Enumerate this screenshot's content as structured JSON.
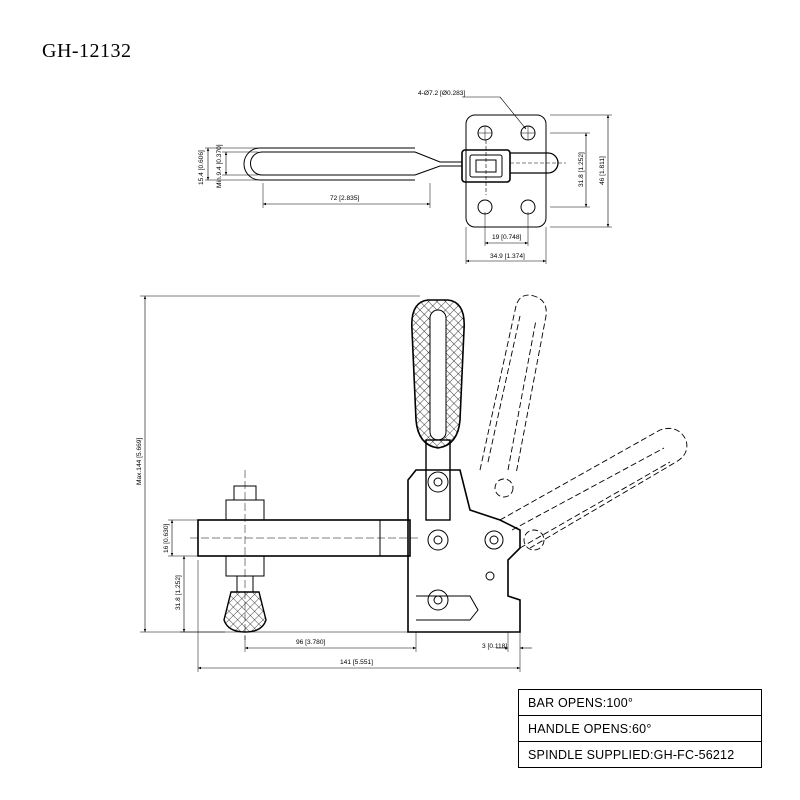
{
  "title": "GH-12132",
  "top_view": {
    "hole_spec": "4-Ø7.2 [Ø0.283]",
    "dim_handle_width": "15.4 [0.606]",
    "dim_min_width": "Min.9.4 [0.370]",
    "dim_handle_length": "72 [2.835]",
    "dim_hole_spacing_v": "31.8 [1.252]",
    "dim_base_height": "46 [1.811]",
    "dim_hole_spacing_h": "19 [0.748]",
    "dim_base_width": "34.9 [1.374]"
  },
  "side_view": {
    "dim_max_height": "Max.144 [5.669]",
    "dim_bar_height": "16 [0.630]",
    "dim_spindle_offset": "31.8 [1.252]",
    "dim_reach": "96 [3.780]",
    "dim_total_length": "141 [5.551]",
    "dim_base_thickness": "3 [0.118]"
  },
  "specs": [
    "BAR OPENS:100°",
    "HANDLE OPENS:60°",
    "SPINDLE SUPPLIED:GH-FC-56212"
  ]
}
